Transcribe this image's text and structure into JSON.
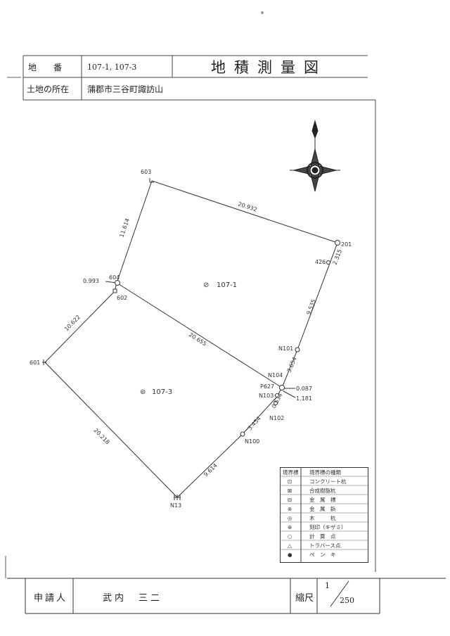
{
  "header": {
    "lot_label": "地　　番",
    "lot_value": "107-1, 107-3",
    "title": "地積測量図",
    "location_label": "土地の所在",
    "location_value": "蒲郡市三谷町諏訪山"
  },
  "map": {
    "parcels": [
      {
        "id": "p1",
        "label": "107-1",
        "symbol": "⊘"
      },
      {
        "id": "p2",
        "label": "107-3",
        "symbol": "⊜"
      }
    ],
    "points": {
      "p603": "603",
      "p604": "604",
      "p602": "602",
      "p601": "601",
      "p426": "426",
      "p201": "201",
      "pN101": "N101",
      "pN104": "N104",
      "pP627": "P627",
      "pN103": "N103",
      "pN102": "N102",
      "pN100": "N100",
      "pN13": "N13"
    },
    "distances": {
      "d1": "20.932",
      "d2": "11.614",
      "d3": "2.315",
      "d4": "9.535",
      "d5": "0.993",
      "d6": "20.655",
      "d7": "10.622",
      "d8": "3.654",
      "d9": "0.087",
      "d10": "1.181",
      "d11": "0.534",
      "d12": "3.454",
      "d13": "20.218",
      "d14": "9.614"
    }
  },
  "legend": {
    "header_left": "境界標",
    "header_right": "境界標の種類",
    "items": [
      {
        "sym": "⊡",
        "text": "コンクリート杭"
      },
      {
        "sym": "⊠",
        "text": "合成樹脂杭"
      },
      {
        "sym": "⊟",
        "text": "金　属　標"
      },
      {
        "sym": "⊗",
        "text": "金　属　鋲"
      },
      {
        "sym": "◎",
        "text": "木　　　杭"
      },
      {
        "sym": "⊕",
        "text": "刻印（キザミ）"
      },
      {
        "sym": "○",
        "text": "計　算　点"
      },
      {
        "sym": "△",
        "text": "トラバース点"
      },
      {
        "sym": "●",
        "text": "ペ　ン　キ"
      }
    ]
  },
  "footer": {
    "applicant_label": "申請人",
    "applicant_name": "武内　三二",
    "scale_label": "縮尺",
    "scale_numerator": "1",
    "scale_denominator": "250"
  }
}
